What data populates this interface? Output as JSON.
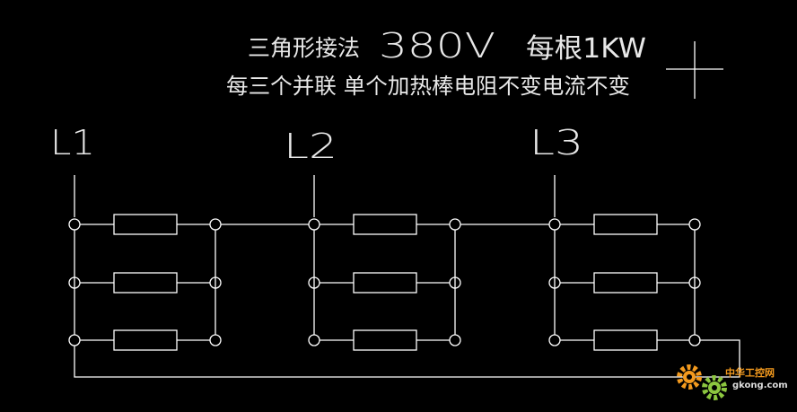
{
  "annotation": {
    "line1_label": "三角形接法",
    "line1_voltage": "380V",
    "line1_power": "每根1KW",
    "line2": "每三个并联    单个加热棒电阻不变电流不变"
  },
  "phases": [
    {
      "label": "L1"
    },
    {
      "label": "L2"
    },
    {
      "label": "L3"
    }
  ],
  "resistors_per_phase": 3,
  "colors": {
    "background": "#000000",
    "wire": "#ffffff",
    "text": "#e8e8e8",
    "watermark_orange": "#f39a1e",
    "watermark_green": "#8cc63f"
  },
  "watermark": {
    "cn": "中华工控网",
    "url": "gkong.com",
    "icon": "gear-icon"
  }
}
